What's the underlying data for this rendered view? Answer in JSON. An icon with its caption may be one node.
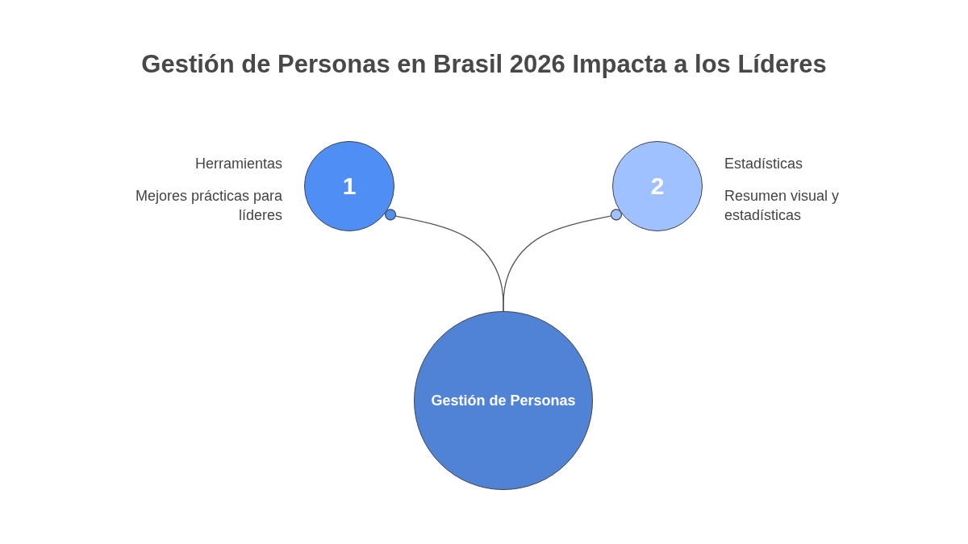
{
  "diagram": {
    "title": "Gestión de Personas en Brasil 2026 Impacta a los Líderes",
    "nodes": [
      {
        "text": [
          "1"
        ],
        "beside": [
          "Herramientas",
          "Mejores prácticas para líderes"
        ]
      },
      {
        "text": [
          "2"
        ],
        "beside": [
          "Estadísticas",
          "Resumen visual y estadísticas"
        ]
      },
      {
        "text": [
          "Gestión de Personas"
        ]
      }
    ],
    "edges": [
      {
        "from": 2,
        "to": 0,
        "arrow": "other"
      },
      {
        "from": 2,
        "to": 1,
        "arrow": "other"
      }
    ]
  }
}
